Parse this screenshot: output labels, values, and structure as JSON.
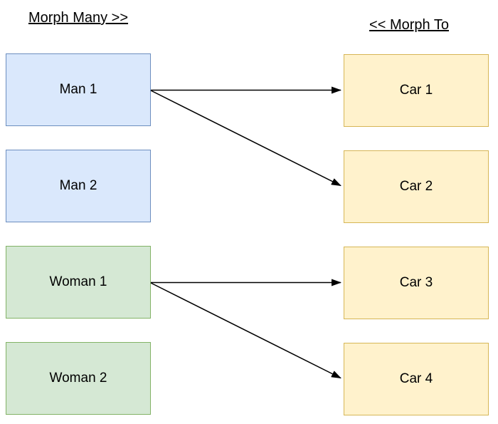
{
  "diagram": {
    "headers": {
      "left": "Morph Many >>",
      "right": "<< Morph To"
    },
    "nodes": {
      "left": [
        {
          "label": "Man 1",
          "group": "man"
        },
        {
          "label": "Man 2",
          "group": "man"
        },
        {
          "label": "Woman 1",
          "group": "woman"
        },
        {
          "label": "Woman 2",
          "group": "woman"
        }
      ],
      "right": [
        {
          "label": "Car 1",
          "group": "car"
        },
        {
          "label": "Car 2",
          "group": "car"
        },
        {
          "label": "Car 3",
          "group": "car"
        },
        {
          "label": "Car 4",
          "group": "car"
        }
      ]
    },
    "edges": [
      {
        "from": "Man 1",
        "to": "Car 1"
      },
      {
        "from": "Man 1",
        "to": "Car 2"
      },
      {
        "from": "Woman 1",
        "to": "Car 3"
      },
      {
        "from": "Woman 1",
        "to": "Car 4"
      }
    ],
    "colors": {
      "man_fill": "#dae8fc",
      "man_stroke": "#6c8ebf",
      "woman_fill": "#d5e8d4",
      "woman_stroke": "#82b366",
      "car_fill": "#fff2cc",
      "car_stroke": "#d6b656",
      "arrow": "#000000",
      "text": "#000000",
      "background": "#ffffff"
    }
  }
}
